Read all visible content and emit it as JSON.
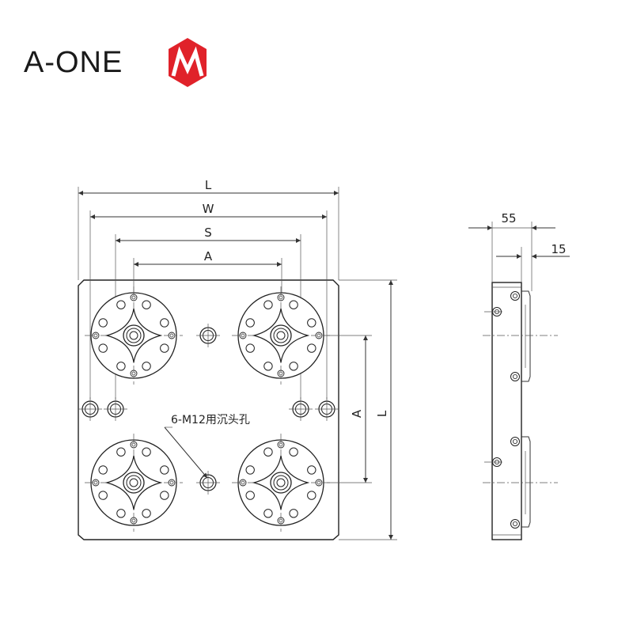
{
  "brand": {
    "name": "A-ONE",
    "logo_color": "#e0222a"
  },
  "drawing": {
    "front_view": {
      "dim_L_top": "L",
      "dim_W": "W",
      "dim_S": "S",
      "dim_A_top": "A",
      "dim_A_side": "A",
      "dim_L_side": "L",
      "callout": "6-M12用沉头孔"
    },
    "side_view": {
      "dim_55": "55",
      "dim_15": "15"
    }
  }
}
